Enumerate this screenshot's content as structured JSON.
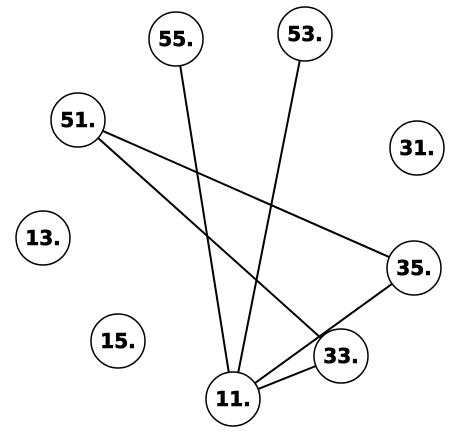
{
  "diagram": {
    "type": "graph",
    "nodes": [
      {
        "id": "n55",
        "label": "55."
      },
      {
        "id": "n53",
        "label": "53."
      },
      {
        "id": "n51",
        "label": "51."
      },
      {
        "id": "n31",
        "label": "31."
      },
      {
        "id": "n13",
        "label": "13."
      },
      {
        "id": "n35",
        "label": "35."
      },
      {
        "id": "n15",
        "label": "15."
      },
      {
        "id": "n33",
        "label": "33."
      },
      {
        "id": "n11",
        "label": "11."
      }
    ],
    "edges": [
      {
        "from": "n55",
        "to": "n11"
      },
      {
        "from": "n53",
        "to": "n11"
      },
      {
        "from": "n51",
        "to": "n35"
      },
      {
        "from": "n51",
        "to": "n33"
      },
      {
        "from": "n35",
        "to": "n11"
      },
      {
        "from": "n33",
        "to": "n11"
      }
    ],
    "colors": {
      "background": "#ffffff",
      "node_fill": "#ffffff",
      "node_stroke": "#000000",
      "edge": "#000000",
      "label": "#000000"
    }
  }
}
